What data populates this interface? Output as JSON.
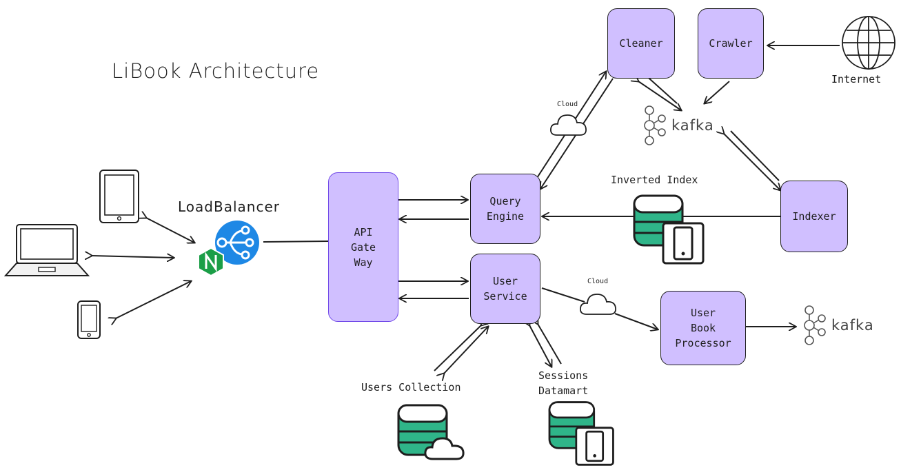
{
  "title": "LiBook Architecture",
  "boxes": {
    "cleaner": "Cleaner",
    "crawler": "Crawler",
    "query_engine": "Query\nEngine",
    "api_gateway": "API\nGate\nWay",
    "user_service": "User\nService",
    "indexer": "Indexer",
    "user_book_processor": "User\nBook\nProcessor"
  },
  "labels": {
    "internet": "Internet",
    "load_balancer": "LoadBalancer",
    "inverted_index": "Inverted Index",
    "users_collection": "Users Collection",
    "sessions_datamart": "Sessions\nDatamart",
    "cloud_top": "Cloud",
    "cloud_bottom": "Cloud",
    "kafka_top": "kafka",
    "kafka_right": "kafka"
  },
  "colors": {
    "box_fill": "#d0bfff",
    "gateway_border": "#7048e8",
    "db_green": "#2fb589",
    "lb_blue": "#1e88e5",
    "nginx_green": "#1b9e47"
  },
  "icons": [
    "globe-icon",
    "tablet-icon",
    "laptop-icon",
    "phone-icon",
    "load-balancer-icon",
    "nginx-icon",
    "kafka-icon",
    "cloud-icon",
    "database-icon",
    "mobile-device-icon"
  ]
}
